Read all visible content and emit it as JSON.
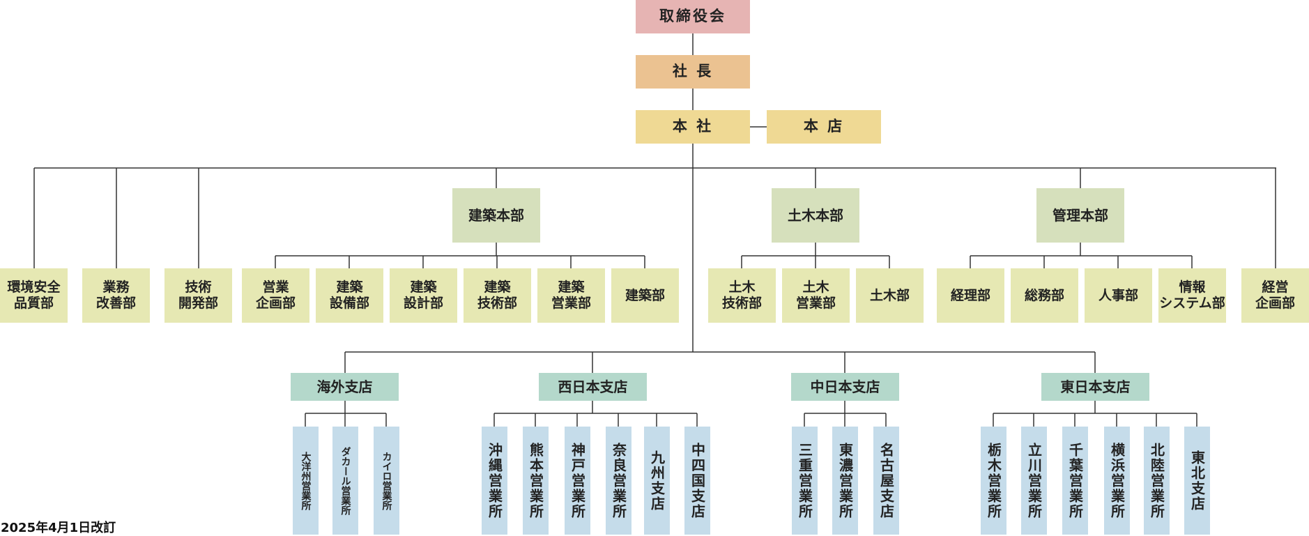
{
  "top": {
    "board": "取締役会",
    "president": "社 長",
    "head_office": "本 社",
    "main_branch": "本 店"
  },
  "direct_depts": [
    "環境安全\n品質部",
    "業務\n改善部",
    "技術\n開発部",
    "経営\n企画部"
  ],
  "divisions": {
    "architecture": {
      "name": "建築本部",
      "depts": [
        "営業\n企画部",
        "建築\n設備部",
        "建築\n設計部",
        "建築\n技術部",
        "建築\n営業部",
        "建築部"
      ]
    },
    "civil": {
      "name": "土木本部",
      "depts": [
        "土木\n技術部",
        "土木\n営業部",
        "土木部"
      ]
    },
    "admin": {
      "name": "管理本部",
      "depts": [
        "経理部",
        "総務部",
        "人事部",
        "情報\nシステム部"
      ]
    }
  },
  "branches": [
    {
      "name": "海外支店",
      "offices": [
        "大洋州営業所",
        "ダカール営業所",
        "カイロ営業所"
      ]
    },
    {
      "name": "西日本支店",
      "offices": [
        "沖縄営業所",
        "熊本営業所",
        "神戸営業所",
        "奈良営業所",
        "九州支店",
        "中四国支店"
      ]
    },
    {
      "name": "中日本支店",
      "offices": [
        "三重営業所",
        "東濃営業所",
        "名古屋支店"
      ]
    },
    {
      "name": "東日本支店",
      "offices": [
        "栃木営業所",
        "立川営業所",
        "千葉営業所",
        "横浜営業所",
        "北陸営業所",
        "東北支店"
      ]
    }
  ],
  "revision_note": "2025年4月1日改訂",
  "colors": {
    "line": "#333333",
    "board": "#e6b4b3",
    "president": "#ebc291",
    "head_office": "#efd994",
    "division": "#d6e0bc",
    "department": "#e6e8b3",
    "branch": "#b4d8cb",
    "office": "#c5dcea"
  }
}
